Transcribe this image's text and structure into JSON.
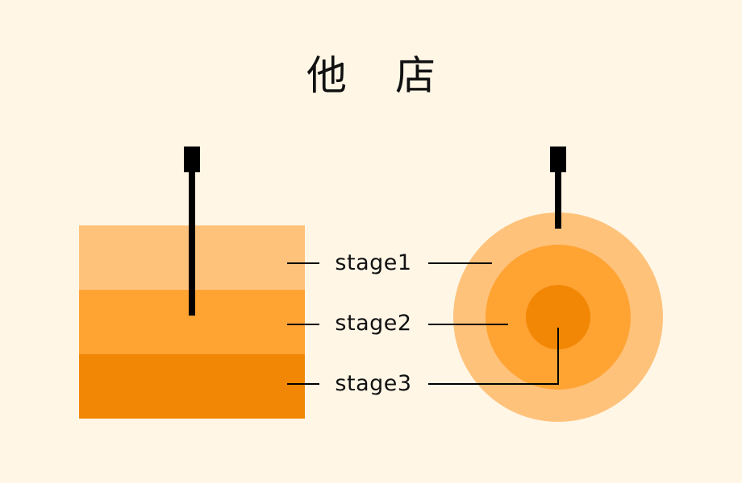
{
  "title": "他 店",
  "stages": [
    {
      "label": "stage1",
      "color": "#ffc27a"
    },
    {
      "label": "stage2",
      "color": "#ffa333"
    },
    {
      "label": "stage3",
      "color": "#f28705"
    }
  ],
  "probe_color": "#000000",
  "line_color": "#000000",
  "background": "#fff6e6"
}
